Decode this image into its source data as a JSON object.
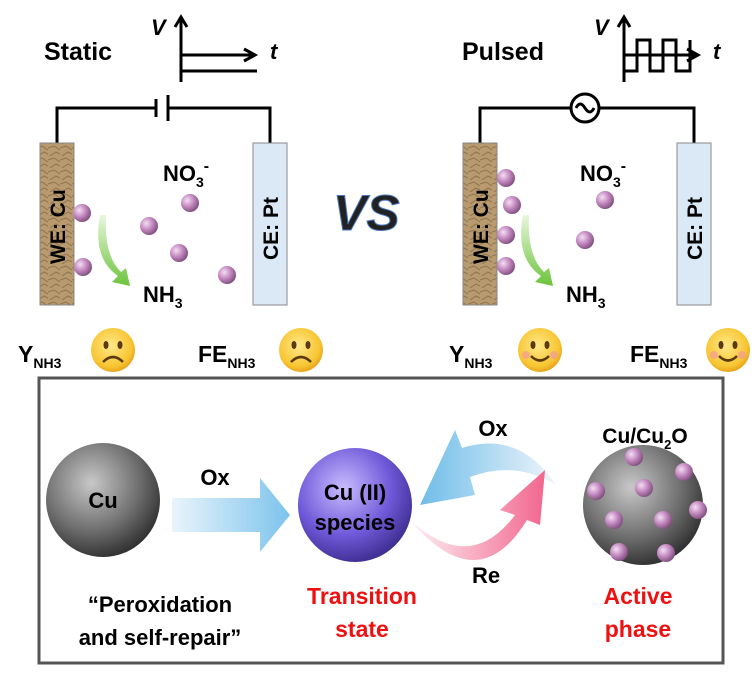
{
  "static_panel": {
    "title": "Static",
    "axis_v": "V",
    "axis_t": "t",
    "we_label": "WE: Cu",
    "ce_label": "CE: Pt",
    "nitrate": "NO",
    "nitrate_sub": "3",
    "nitrate_sup": "-",
    "ammonia": "NH",
    "ammonia_sub": "3",
    "yield_label": "Y",
    "yield_sub": "NH3",
    "fe_label": "FE",
    "fe_sub": "NH3",
    "yield_face": "sad-face",
    "fe_face": "sad-face"
  },
  "vs_label": "VS",
  "pulsed_panel": {
    "title": "Pulsed",
    "axis_v": "V",
    "axis_t": "t",
    "we_label": "WE: Cu",
    "ce_label": "CE: Pt",
    "nitrate": "NO",
    "nitrate_sub": "3",
    "nitrate_sup": "-",
    "ammonia": "NH",
    "ammonia_sub": "3",
    "yield_label": "Y",
    "yield_sub": "NH3",
    "fe_label": "FE",
    "fe_sub": "NH3",
    "yield_face": "smile-face",
    "fe_face": "smile-face"
  },
  "mechanism": {
    "cu_label": "Cu",
    "ox_label_1": "Ox",
    "cu2_line1": "Cu (II)",
    "cu2_line2": "species",
    "ox_label_2": "Ox",
    "re_label": "Re",
    "active_label": "Cu/Cu",
    "active_label_sub": "2",
    "active_label_end": "O",
    "caption_left_1": "“Peroxidation",
    "caption_left_2": "and self-repair”",
    "caption_mid_1": "Transition",
    "caption_mid_2": "state",
    "caption_right_1": "Active",
    "caption_right_2": "phase"
  },
  "colors": {
    "accent_red": "#ee1111",
    "we_brown": "#b89a6e",
    "ce_blue": "#dbe9f7",
    "ion_pink": "#c58ac2",
    "cu2_purple": "#7a63e0"
  }
}
